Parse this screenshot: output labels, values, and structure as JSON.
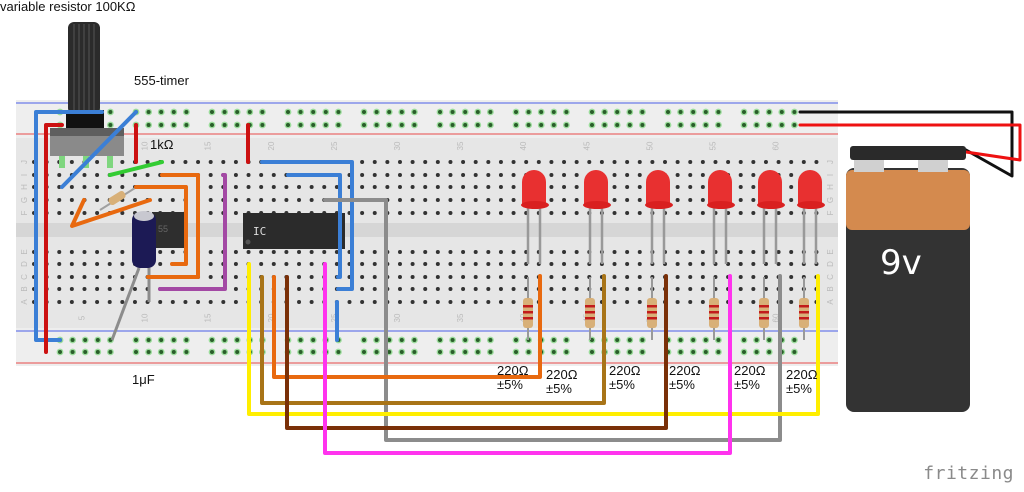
{
  "labels": {
    "pot": "variable resistor 100KΩ",
    "timer": "555-timer",
    "r1k": "1kΩ",
    "cap": "1μF",
    "ic": "IC",
    "chip555": "55",
    "battery": "9v",
    "watermark": "fritzing"
  },
  "led_resistors": [
    {
      "value": "220Ω",
      "tol": "±5%"
    },
    {
      "value": "220Ω",
      "tol": "±5%"
    },
    {
      "value": "220Ω",
      "tol": "±5%"
    },
    {
      "value": "220Ω",
      "tol": "±5%"
    },
    {
      "value": "220Ω",
      "tol": "±5%"
    },
    {
      "value": "220Ω",
      "tol": "±5%"
    }
  ],
  "breadboard": {
    "column_numbers": [
      "5",
      "10",
      "15",
      "20",
      "25",
      "30",
      "35",
      "40",
      "45",
      "50",
      "55",
      "60"
    ],
    "row_letters_top": [
      "J",
      "I",
      "H",
      "G",
      "F"
    ],
    "row_letters_bottom": [
      "E",
      "D",
      "C",
      "B",
      "A"
    ]
  },
  "colors": {
    "board": "#e6e6e6",
    "rail_blue": "#4a5ee8",
    "rail_red": "#e84a4a",
    "wire_blue": "#3b7fd6",
    "wire_red": "#cc1111",
    "wire_orange": "#e8690f",
    "wire_purple": "#a349a4",
    "wire_green": "#33cc33",
    "wire_yellow": "#ffee00",
    "wire_gold": "#a87418",
    "wire_brown": "#7a3008",
    "wire_magenta": "#ff33ee",
    "wire_gray": "#8c8c8c",
    "led_red": "#e83030",
    "battery_top": "#d48a4e",
    "battery_body": "#333333"
  }
}
